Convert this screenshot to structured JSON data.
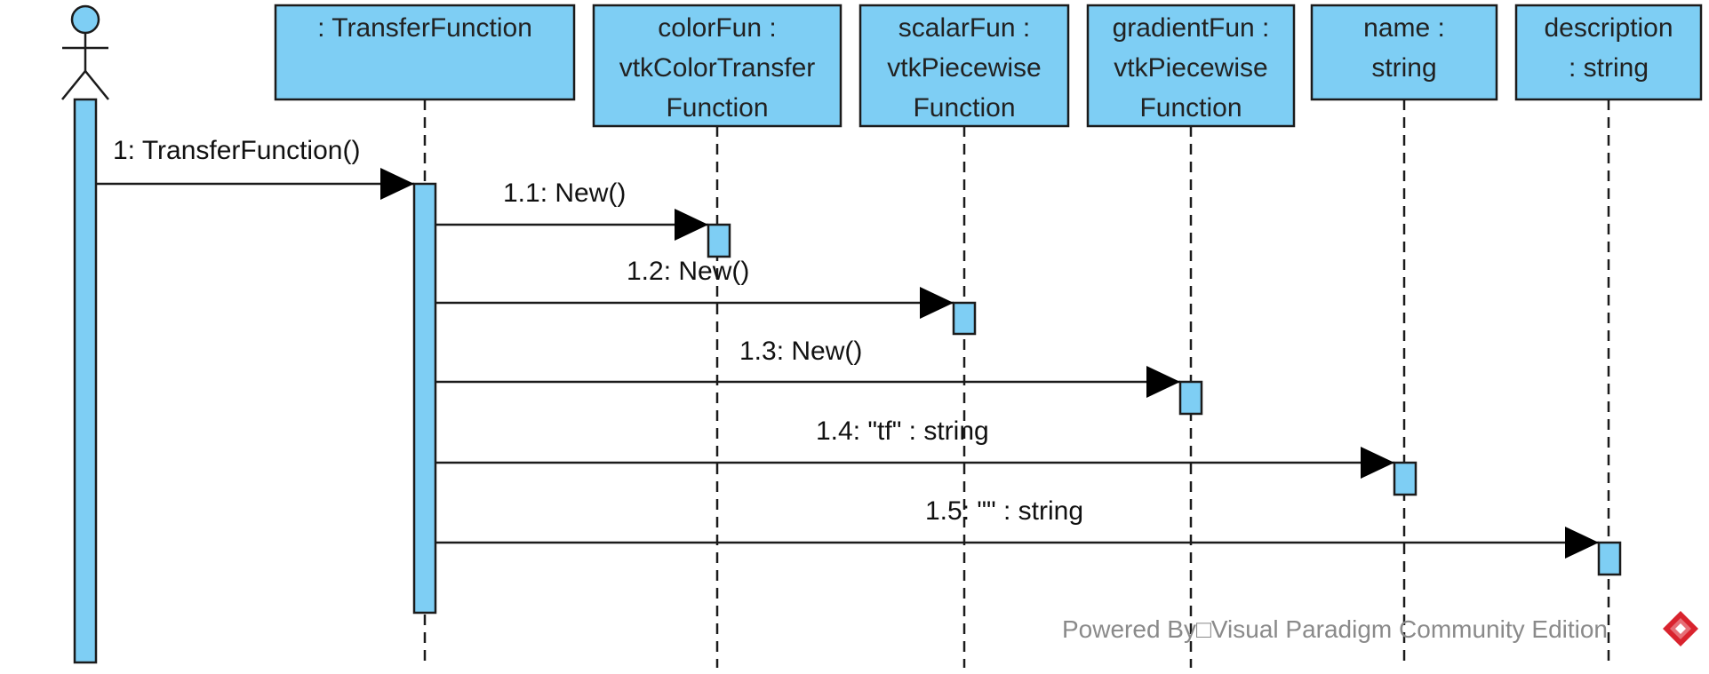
{
  "diagram": {
    "type": "sequence",
    "colors": {
      "fill": "#7ecef4",
      "stroke": "#1b1b1b",
      "footer": "#8a8a8a",
      "logo": "#d9232e"
    },
    "actor": {
      "name": ""
    },
    "lifelines": [
      {
        "id": "tf",
        "lines": [
          ": TransferFunction"
        ]
      },
      {
        "id": "color",
        "lines": [
          "colorFun :",
          "vtkColorTransfer",
          "Function"
        ]
      },
      {
        "id": "scalar",
        "lines": [
          "scalarFun :",
          "vtkPiecewise",
          "Function"
        ]
      },
      {
        "id": "grad",
        "lines": [
          "gradientFun :",
          "vtkPiecewise",
          "Function"
        ]
      },
      {
        "id": "name",
        "lines": [
          "name :",
          "string"
        ]
      },
      {
        "id": "desc",
        "lines": [
          "description",
          ": string"
        ]
      }
    ],
    "messages": [
      {
        "from": "actor",
        "to": "tf",
        "label": "1: TransferFunction()"
      },
      {
        "from": "tf",
        "to": "color",
        "label": "1.1: New()"
      },
      {
        "from": "tf",
        "to": "scalar",
        "label": "1.2: New()"
      },
      {
        "from": "tf",
        "to": "grad",
        "label": "1.3: New()"
      },
      {
        "from": "tf",
        "to": "name",
        "label": "1.4: \"tf\" : string"
      },
      {
        "from": "tf",
        "to": "desc",
        "label": "1.5: \"\" : string"
      }
    ]
  },
  "footer": {
    "text": "Powered By□Visual Paradigm Community Edition",
    "logo_icon": "visual-paradigm-logo-icon"
  }
}
